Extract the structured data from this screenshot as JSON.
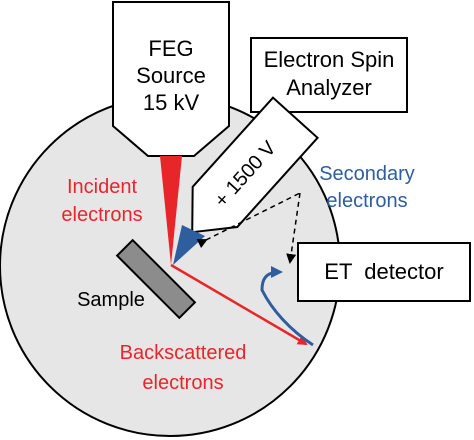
{
  "labels": {
    "source_line1": "FEG",
    "source_line2": "Source",
    "source_line3": "15 kV",
    "analyzer_line1": "Electron Spin",
    "analyzer_line2": "Analyzer",
    "voltage": "+ 1500 V",
    "secondary_line1": "Secondary",
    "secondary_line2": "electrons",
    "incident_line1": "Incident",
    "incident_line2": "electrons",
    "detector": "ET  detector",
    "sample": "Sample",
    "backscattered_line1": "Backscattered",
    "backscattered_line2": "electrons"
  },
  "colors": {
    "chamber_fill": "#e6e6e6",
    "outline": "#000000",
    "incident": "#e8262a",
    "secondary": "#2e5e9e",
    "sample_fill": "#8c8c8c",
    "box_fill": "#ffffff",
    "text": "#000000"
  }
}
